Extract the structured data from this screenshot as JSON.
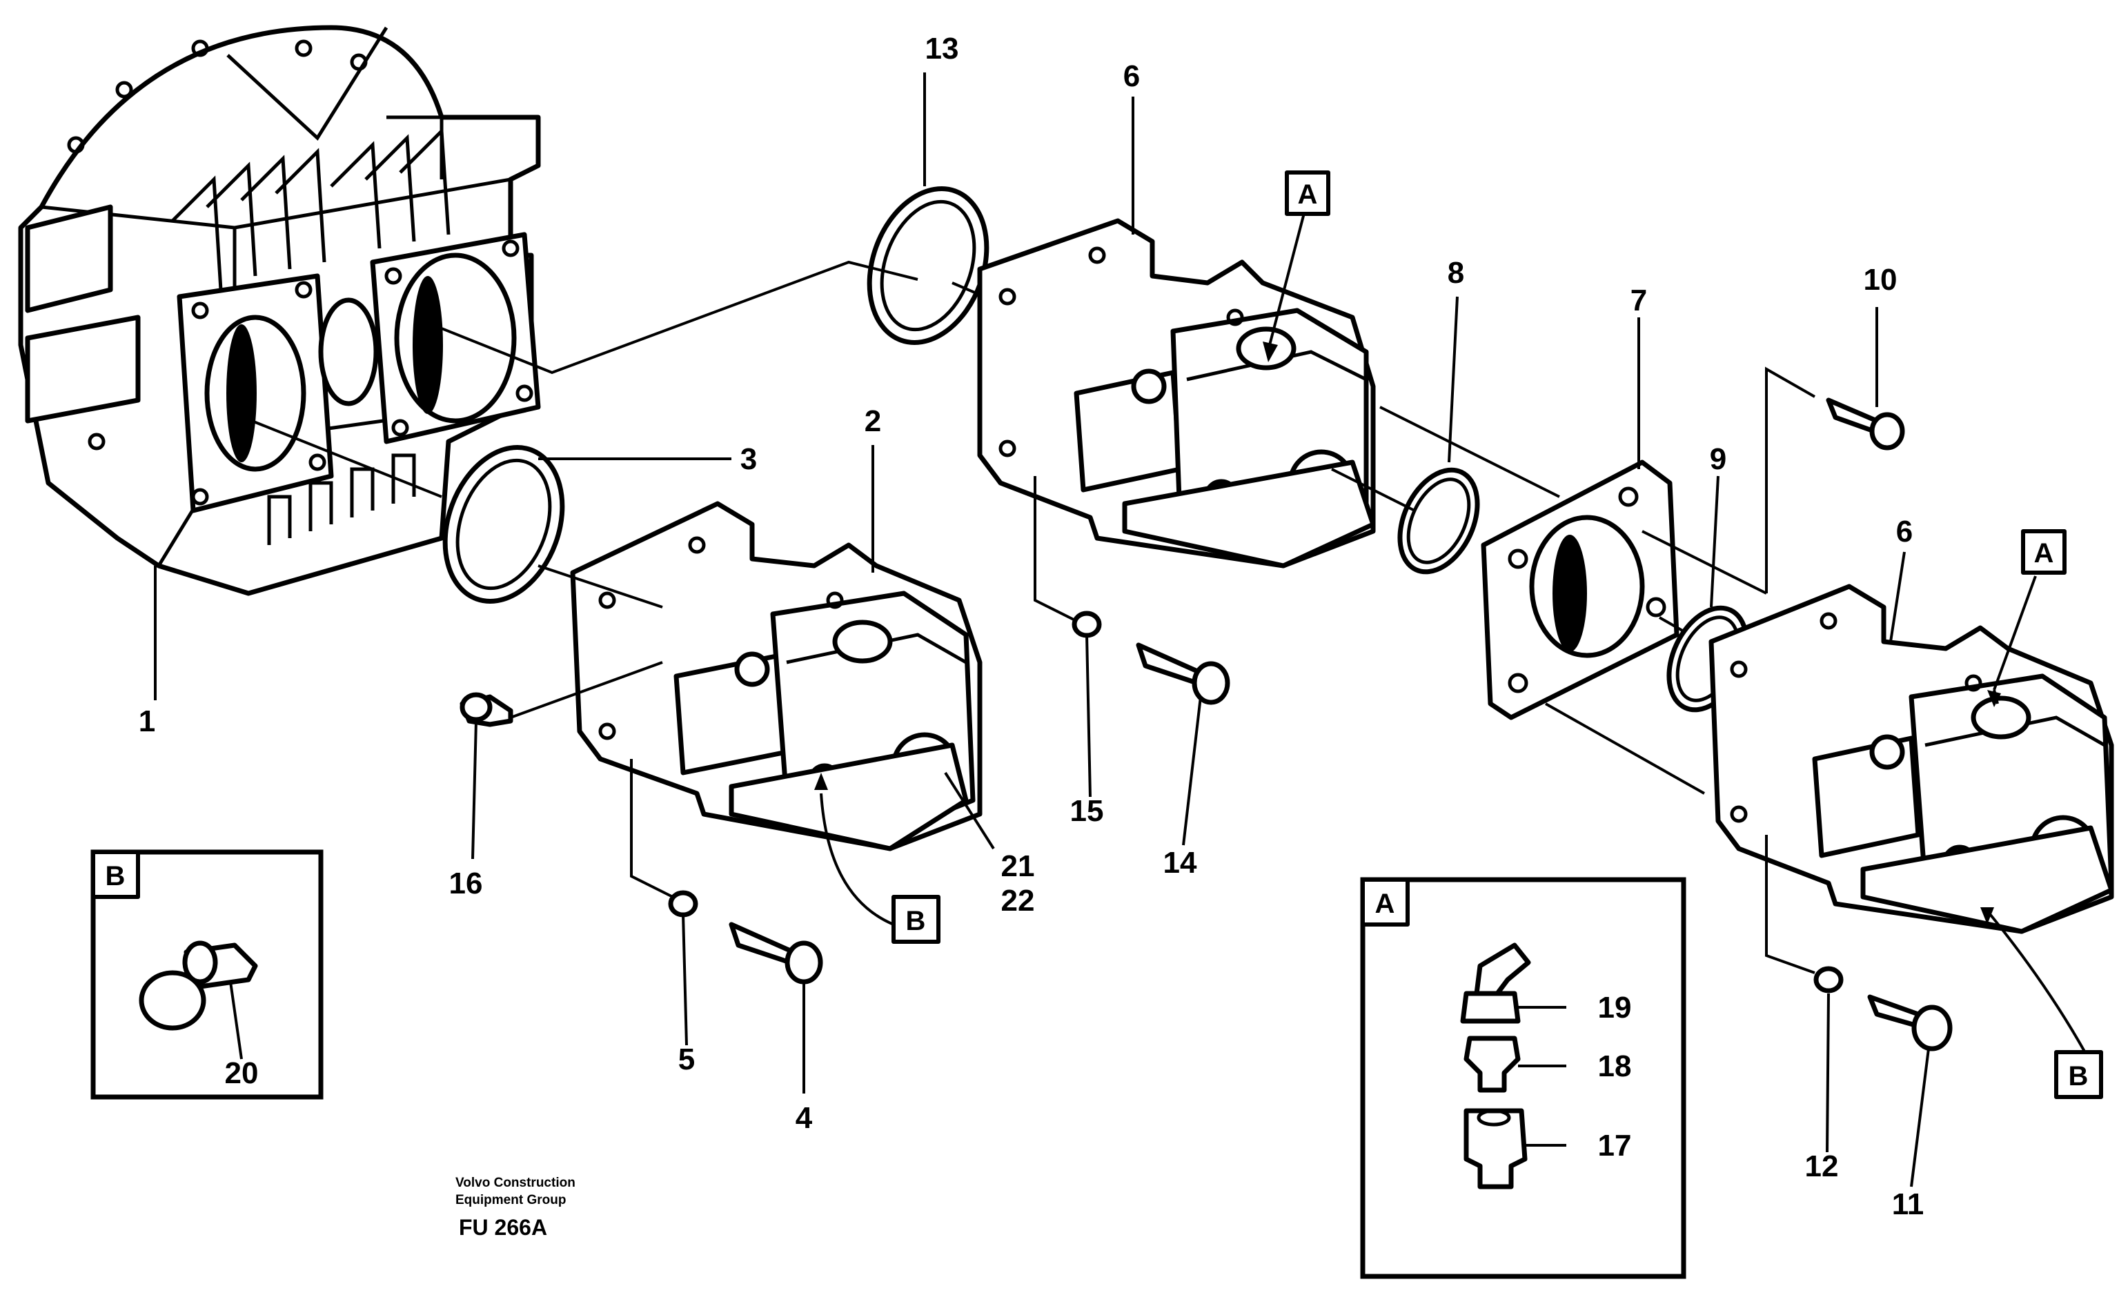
{
  "diagram": {
    "callouts": [
      "1",
      "2",
      "3",
      "4",
      "5",
      "6",
      "6",
      "7",
      "8",
      "9",
      "10",
      "11",
      "12",
      "13",
      "14",
      "15",
      "16",
      "17",
      "18",
      "19",
      "20",
      "21",
      "22"
    ],
    "letter_markers": {
      "a_top": "A",
      "a_right": "A",
      "b_center": "B",
      "b_right": "B"
    },
    "detail_b": {
      "label": "B",
      "part": "20"
    },
    "detail_a": {
      "label": "A",
      "parts": [
        "19",
        "18",
        "17"
      ]
    }
  },
  "footer": {
    "line1": "Volvo Construction",
    "line2": "Equipment Group",
    "code": "FU 266A"
  }
}
